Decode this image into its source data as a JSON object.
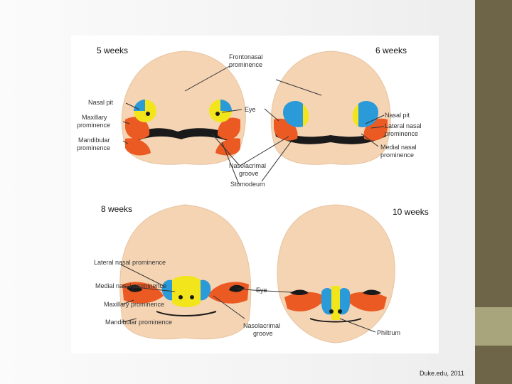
{
  "credit": "Duke.edu, 2011",
  "panels": {
    "w5": {
      "title": "5 weeks"
    },
    "w6": {
      "title": "6 weeks"
    },
    "w8": {
      "title": "8 weeks"
    },
    "w10": {
      "title": "10 weeks"
    }
  },
  "labels": {
    "frontonasal_1": "Frontonasal",
    "frontonasal_2": "prominence",
    "nasal_pit": "Nasal pit",
    "maxillary_1": "Maxillary",
    "maxillary_2": "prominence",
    "mandibular_1": "Mandibular",
    "mandibular_2": "prominence",
    "eye": "Eye",
    "nasolacrimal_1": "Nasolacrimal",
    "nasolacrimal_2": "groove",
    "stomodeum": "Stomodeum",
    "nasal_pit_6": "Nasal pit",
    "lateral_nasal_1": "Lateral nasal",
    "lateral_nasal_2": "prominence",
    "medial_nasal_1": "Medial nasal",
    "medial_nasal_2": "prominence",
    "lat_nasal_8": "Lateral nasal prominence",
    "med_nasal_8": "Medial nasal prominence",
    "max_8": "Maxillary prominence",
    "mand_8": "Mandibular prominence",
    "eye_8": "Eye",
    "nasolacrimal_8_1": "Nasolacrimal",
    "nasolacrimal_8_2": "groove",
    "philtrum": "Philtrum"
  },
  "colors": {
    "skin": "#f5d4b4",
    "skin_edge": "#e8c3a0",
    "blue": "#2a9ad9",
    "yellow": "#f2e51c",
    "orange": "#ec5a24",
    "dark": "#1a1a1a",
    "side_bar": "#6e6448",
    "side_accent": "#a8a57d"
  }
}
